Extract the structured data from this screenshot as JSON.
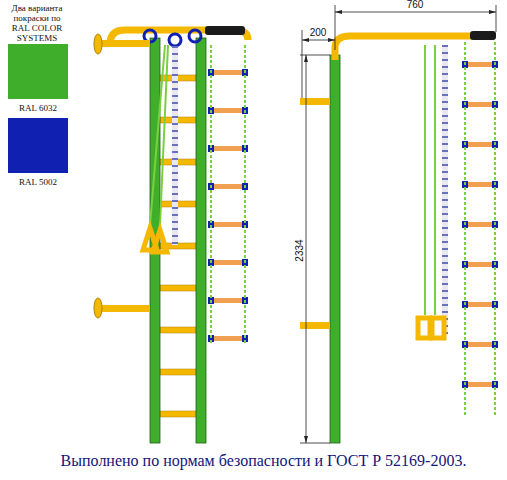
{
  "diagram": {
    "caption": "Выполнено по нормам безопасности и ГОСТ Р 52169-2003.",
    "labels": [
      "Два варианта покраски по RAL COLOR SYSTEMS",
      "760",
      "200",
      "2334"
    ],
    "legend": [
      {
        "text": "RAL 6032",
        "color": "#3fae2a"
      },
      {
        "text": "RAL 5002",
        "color": "#1020b0"
      }
    ]
  }
}
